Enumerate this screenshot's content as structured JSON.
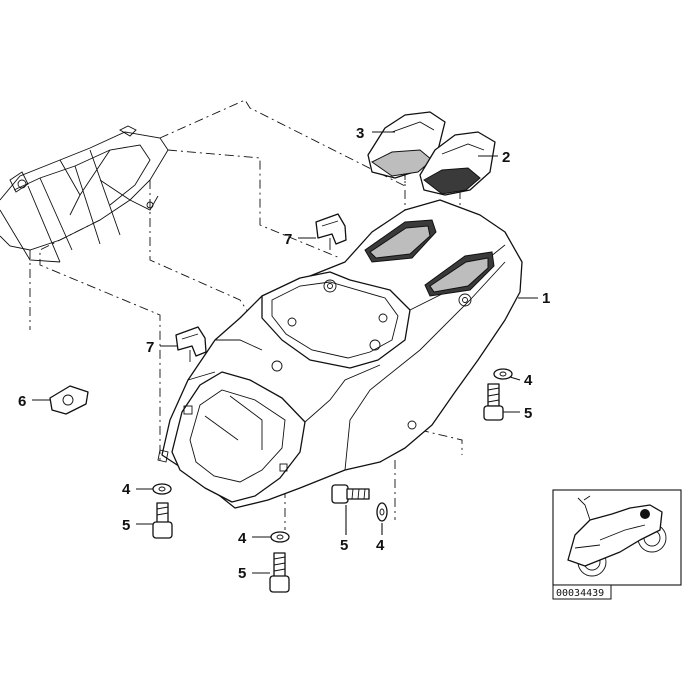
{
  "callouts": {
    "c1": "1",
    "c2": "2",
    "c3": "3",
    "c4a": "4",
    "c4b": "4",
    "c4c": "4",
    "c4d": "4",
    "c5a": "5",
    "c5b": "5",
    "c5c": "5",
    "c5d": "5",
    "c6": "6",
    "c7a": "7",
    "c7b": "7"
  },
  "inset": {
    "reference_number": "00034439"
  }
}
